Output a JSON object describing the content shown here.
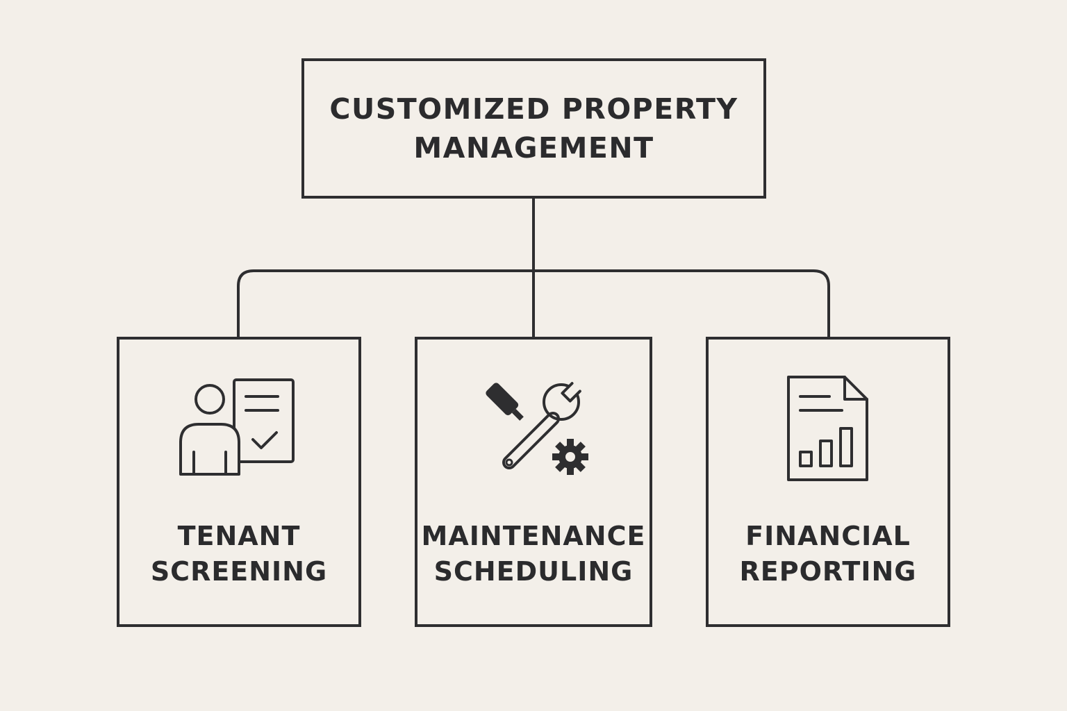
{
  "diagram": {
    "root": {
      "lines": [
        "CUSTOMIZED PROPERTY",
        "MANAGEMENT"
      ]
    },
    "children": [
      {
        "lines": [
          "TENANT",
          "SCREENING"
        ],
        "icon": "tenant-screening-icon"
      },
      {
        "lines": [
          "MAINTENANCE",
          "SCHEDULING"
        ],
        "icon": "wrench-screwdriver-gear-icon"
      },
      {
        "lines": [
          "FINANCIAL",
          "REPORTING"
        ],
        "icon": "financial-report-icon"
      }
    ],
    "colors": {
      "background": "#f3efe9",
      "stroke": "#2e2e30",
      "text": "#2b2b2d"
    }
  }
}
